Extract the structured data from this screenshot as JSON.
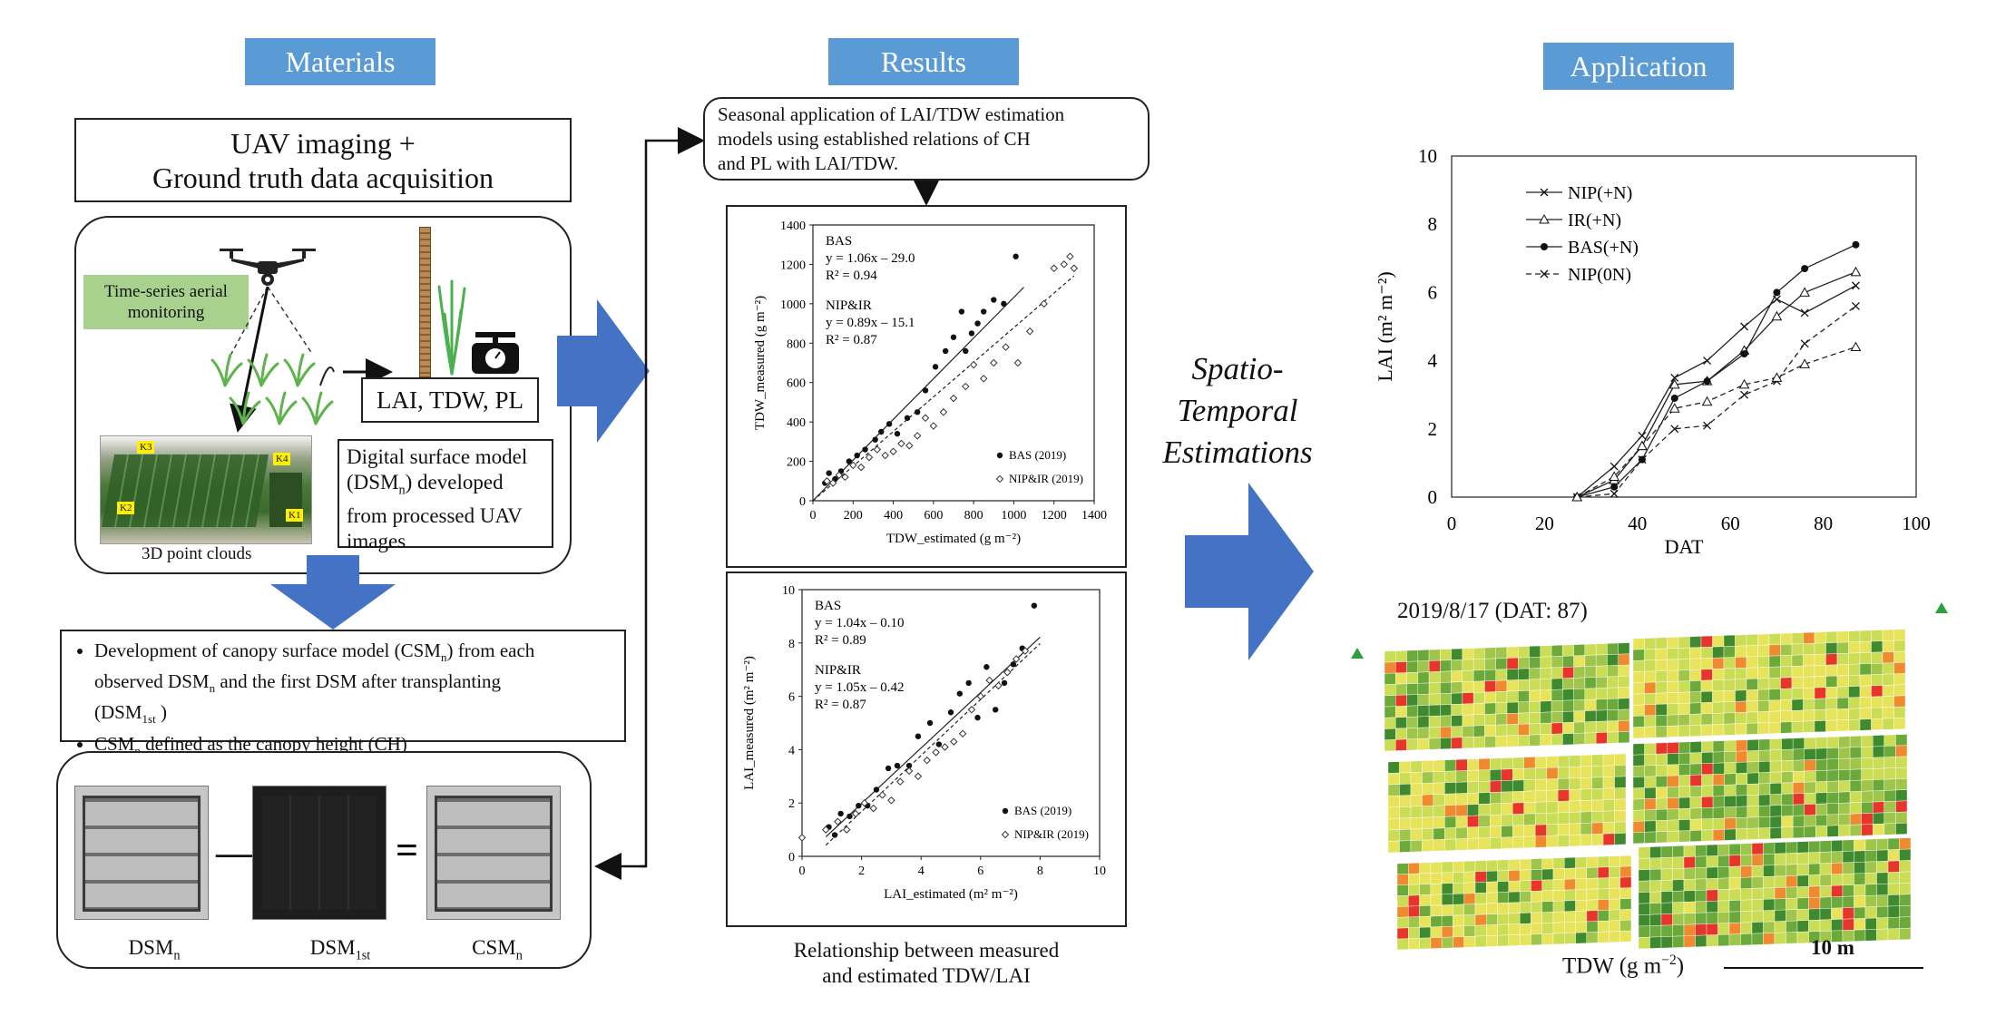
{
  "headers": {
    "materials": "Materials",
    "results": "Results",
    "application": "Application"
  },
  "materials": {
    "title_line1": "UAV imaging +",
    "title_line2": "Ground truth data acquisition",
    "aerial_label_line1": "Time-series aerial",
    "aerial_label_line2": "monitoring",
    "measure_label": "LAI, TDW, PL",
    "point_cloud_label": "3D point clouds",
    "dsm_text_1": "Digital surface model",
    "dsm_text_2a": "(DSM",
    "dsm_text_2sub": "n",
    "dsm_text_2b": ") developed",
    "dsm_text_3": "from processed UAV",
    "dsm_text_4": "images",
    "pc_tags": [
      "K3",
      "K4",
      "K2",
      "K1"
    ],
    "b1_l1": "Development of canopy surface model (CSM",
    "b1_l1_sub": "n",
    "b1_l1_end": ") from each",
    "b1_l2a": "observed DSM",
    "b1_l2_sub": "n",
    "b1_l2b": " and the first DSM after transplanting",
    "b1_l3a": "(DSM",
    "b1_l3_sub": "1st",
    "b1_l3b": " )",
    "b2_a": "CSM",
    "b2_sub": "n",
    "b2_b": " defined as the canopy height (CH)",
    "minus": "—",
    "equals": "=",
    "cap_dsmn": "DSM",
    "cap_dsmn_sub": "n",
    "cap_dsm1": "DSM",
    "cap_dsm1_sub": "1st",
    "cap_csm": "CSM",
    "cap_csm_sub": "n"
  },
  "results": {
    "note_line1": "Seasonal application of LAI/TDW estimation",
    "note_line2": "models using established relations of CH",
    "note_line3": "and PL with LAI/TDW.",
    "caption_line1": "Relationship between measured",
    "caption_line2": "and estimated TDW/LAI"
  },
  "middle": {
    "line1": "Spatio-",
    "line2": "Temporal",
    "line3": "Estimations"
  },
  "application": {
    "map_title": "2019/8/17 (DAT: 87)",
    "legend_label": "TDW (g m",
    "legend_sup": "−2",
    "legend_end": ")",
    "scale_label": "10 m"
  },
  "chart_data": [
    {
      "type": "scatter",
      "id": "tdw",
      "xlabel": "TDW_estimated  (g m⁻²)",
      "ylabel": "TDW_measured  (g m⁻²)",
      "xlim": [
        0,
        1400
      ],
      "ylim": [
        0,
        1400
      ],
      "xticks": [
        0,
        200,
        400,
        600,
        800,
        1000,
        1200,
        1400
      ],
      "yticks": [
        0,
        200,
        400,
        600,
        800,
        1000,
        1200,
        1400
      ],
      "annotations": [
        "BAS",
        "y = 1.06x – 29.0",
        "R² = 0.94",
        "NIP&IR",
        "y = 0.89x – 15.1",
        "R² = 0.87"
      ],
      "series": [
        {
          "name": "BAS (2019)",
          "marker": "filled",
          "x": [
            60,
            80,
            110,
            140,
            180,
            220,
            260,
            310,
            340,
            380,
            420,
            470,
            520,
            560,
            610,
            660,
            700,
            740,
            760,
            790,
            820,
            850,
            900,
            950,
            1010
          ],
          "y": [
            90,
            140,
            110,
            150,
            200,
            230,
            260,
            310,
            350,
            390,
            340,
            420,
            450,
            560,
            680,
            760,
            830,
            960,
            760,
            850,
            900,
            960,
            1020,
            1000,
            1240
          ],
          "fit": [
            [
              0,
              -29
            ],
            [
              1050,
              1084
            ]
          ]
        },
        {
          "name": "NIP&IR (2019)",
          "marker": "open",
          "x": [
            70,
            100,
            130,
            160,
            200,
            240,
            280,
            320,
            360,
            400,
            440,
            480,
            520,
            560,
            600,
            650,
            700,
            760,
            800,
            850,
            900,
            960,
            1020,
            1080,
            1150,
            1200,
            1250,
            1280,
            1300
          ],
          "y": [
            100,
            90,
            130,
            120,
            180,
            170,
            220,
            260,
            230,
            250,
            290,
            280,
            330,
            420,
            380,
            450,
            520,
            580,
            690,
            620,
            700,
            780,
            700,
            860,
            1000,
            1180,
            1200,
            1240,
            1180
          ],
          "fit": [
            [
              0,
              -15
            ],
            [
              1300,
              1142
            ]
          ]
        }
      ]
    },
    {
      "type": "scatter",
      "id": "lai",
      "xlabel": "LAI_estimated  (m² m⁻²)",
      "ylabel": "LAI_measured  (m² m⁻²)",
      "xlim": [
        0,
        10
      ],
      "ylim": [
        0,
        10
      ],
      "xticks": [
        0,
        2,
        4,
        6,
        8,
        10
      ],
      "yticks": [
        0,
        2,
        4,
        6,
        8,
        10
      ],
      "annotations": [
        "BAS",
        "y = 1.04x – 0.10",
        "R² = 0.89",
        "NIP&IR",
        "y = 1.05x – 0.42",
        "R² = 0.87"
      ],
      "series": [
        {
          "name": "BAS (2019)",
          "marker": "filled",
          "x": [
            0.9,
            1.1,
            1.3,
            1.6,
            1.9,
            2.2,
            2.5,
            2.9,
            3.2,
            3.6,
            3.9,
            4.3,
            4.6,
            5.0,
            5.3,
            5.6,
            5.9,
            6.2,
            6.5,
            6.8,
            7.1,
            7.4,
            7.8
          ],
          "y": [
            1.1,
            0.8,
            1.6,
            1.5,
            1.9,
            1.9,
            2.5,
            3.3,
            3.4,
            3.4,
            4.5,
            5.0,
            4.2,
            5.4,
            6.1,
            6.5,
            5.2,
            7.1,
            5.5,
            6.5,
            7.2,
            7.8,
            9.4
          ],
          "fit": [
            [
              0.8,
              0.73
            ],
            [
              8.0,
              8.22
            ]
          ]
        },
        {
          "name": "NIP&IR (2019)",
          "marker": "open",
          "x": [
            0.0,
            0.8,
            1.2,
            1.5,
            1.8,
            2.1,
            2.4,
            2.7,
            3.0,
            3.3,
            3.6,
            3.9,
            4.2,
            4.5,
            4.8,
            5.1,
            5.4,
            5.7,
            6.0,
            6.3,
            6.6,
            6.9,
            7.2,
            7.5
          ],
          "y": [
            0.7,
            1.0,
            1.3,
            1.0,
            1.6,
            2.0,
            1.8,
            2.3,
            2.1,
            2.8,
            3.2,
            3.0,
            3.6,
            3.9,
            4.1,
            4.3,
            4.6,
            5.5,
            6.0,
            6.6,
            6.4,
            6.9,
            7.4,
            7.7
          ],
          "fit": [
            [
              0.8,
              0.42
            ],
            [
              8.0,
              7.98
            ]
          ]
        }
      ]
    },
    {
      "type": "line",
      "id": "lai_time",
      "xlabel": "DAT",
      "ylabel": "LAI (m² m⁻²)",
      "xlim": [
        0,
        100
      ],
      "ylim": [
        0,
        10
      ],
      "xticks": [
        0,
        20,
        40,
        60,
        80,
        100
      ],
      "yticks": [
        0,
        2,
        4,
        6,
        8,
        10
      ],
      "x": [
        27,
        35,
        41,
        48,
        55,
        63,
        70,
        76,
        87
      ],
      "series": [
        {
          "name": "NIP(+N)",
          "marker": "x",
          "dash": false,
          "values": [
            0.0,
            0.9,
            1.8,
            3.5,
            4.0,
            5.0,
            5.8,
            5.4,
            6.2
          ]
        },
        {
          "name": "IR(+N)",
          "marker": "triangle",
          "dash": false,
          "values": [
            0.0,
            0.5,
            1.5,
            3.3,
            3.4,
            4.3,
            5.3,
            6.0,
            6.6
          ]
        },
        {
          "name": "BAS(+N)",
          "marker": "dot",
          "dash": false,
          "values": [
            0.0,
            0.3,
            1.1,
            2.9,
            3.4,
            4.2,
            6.0,
            6.7,
            7.4
          ]
        },
        {
          "name": "NIP(0N)",
          "marker": "x",
          "dash": true,
          "values": [
            0.0,
            0.1,
            1.1,
            2.0,
            2.1,
            3.0,
            3.4,
            4.5,
            5.6
          ]
        },
        {
          "name": "",
          "marker": "triangle",
          "dash": true,
          "values": [
            0.0,
            0.6,
            1.5,
            2.6,
            2.8,
            3.3,
            3.5,
            3.9,
            4.4
          ]
        }
      ]
    }
  ],
  "colors": {
    "header": "#5b9bd5",
    "arrow": "#4472c4",
    "aerial_label_bg": "#a9d18e"
  }
}
